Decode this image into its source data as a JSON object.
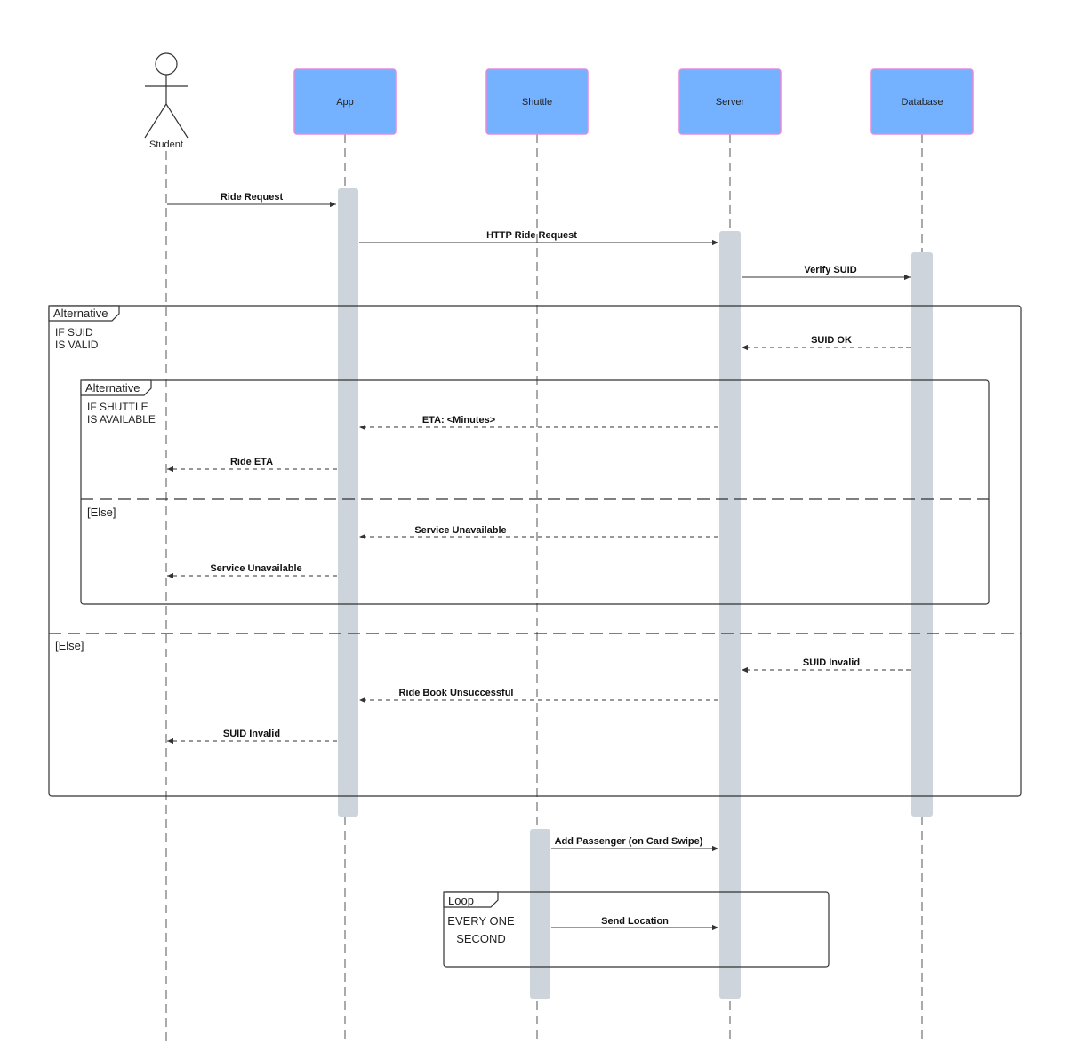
{
  "participants": {
    "student": "Student",
    "app": "App",
    "shuttle": "Shuttle",
    "server": "Server",
    "database": "Database"
  },
  "messages": {
    "ride_request": "Ride Request",
    "http_ride_request": "HTTP Ride Request",
    "verify_suid": "Verify SUID",
    "suid_ok": "SUID OK",
    "eta_minutes": "ETA: <Minutes>",
    "ride_eta": "Ride ETA",
    "service_unavailable_server": "Service Unavailable",
    "service_unavailable_app": "Service Unavailable",
    "suid_invalid_db": "SUID Invalid",
    "ride_book_unsuccessful": "Ride Book Unsuccessful",
    "suid_invalid_app": "SUID Invalid",
    "add_passenger": "Add Passenger (on Card Swipe)",
    "send_location": "Send Location"
  },
  "frames": {
    "outer": {
      "tab": "Alternative",
      "condition_line1": "IF SUID",
      "condition_line2": "IS VALID",
      "else": "[Else]"
    },
    "inner": {
      "tab": "Alternative",
      "condition_line1": "IF SHUTTLE",
      "condition_line2": "IS AVAILABLE",
      "else": "[Else]"
    },
    "loop": {
      "tab": "Loop",
      "condition_line1": "EVERY ONE",
      "condition_line2": "SECOND"
    }
  },
  "colors": {
    "participant_fill": "#74b1ff",
    "participant_border": "#e68ad9",
    "activation": "#ced4db"
  }
}
